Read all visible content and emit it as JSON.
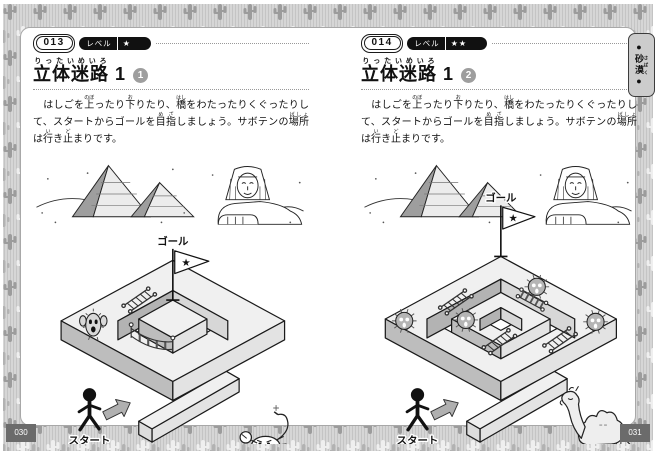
{
  "colors": {
    "level_badge_bg": "#111111",
    "number_circle_bg": "#9e9e9e",
    "tab_bg": "#cccccc",
    "page_number_bg": "#6b6b6b",
    "border_pattern_base": "#d6d6d6"
  },
  "tab": {
    "segments": [
      {
        "t": "●"
      },
      {
        "t": "砂漠",
        "r": "さばく"
      },
      {
        "t": "●"
      }
    ]
  },
  "pages": {
    "left": {
      "id": "013",
      "level_label": "レベル",
      "stars": "★",
      "title_segments": [
        {
          "t": "立体迷路",
          "r": "りったいめいろ"
        },
        {
          "t": " 1"
        }
      ],
      "circled_number": "1",
      "body_segments": [
        {
          "t": "　はしごを"
        },
        {
          "t": "上",
          "r": "のぼ"
        },
        {
          "t": "ったり"
        },
        {
          "t": "下",
          "r": "お"
        },
        {
          "t": "りたり、"
        },
        {
          "t": "橋",
          "r": "はし"
        },
        {
          "t": "をわたったりくぐったりして、スタートからゴールを"
        },
        {
          "t": "目指",
          "r": "めざ"
        },
        {
          "t": "しましょう。サボテンの"
        },
        {
          "t": "場所",
          "r": "ばしょ"
        },
        {
          "t": "は"
        },
        {
          "t": "行",
          "r": "い"
        },
        {
          "t": "き"
        },
        {
          "t": "止",
          "r": "ど"
        },
        {
          "t": "まりです。"
        }
      ],
      "goal_label": "ゴール",
      "goal_star": "★",
      "start_label": "スタート",
      "page_number": "030"
    },
    "right": {
      "id": "014",
      "level_label": "レベル",
      "stars": "★★",
      "title_segments": [
        {
          "t": "立体迷路",
          "r": "りったいめいろ"
        },
        {
          "t": " 1"
        }
      ],
      "circled_number": "2",
      "body_segments": [
        {
          "t": "　はしごを"
        },
        {
          "t": "上",
          "r": "のぼ"
        },
        {
          "t": "ったり"
        },
        {
          "t": "下",
          "r": "お"
        },
        {
          "t": "りたり、"
        },
        {
          "t": "橋",
          "r": "はし"
        },
        {
          "t": "をわたったりくぐったりして、スタートからゴールを"
        },
        {
          "t": "目指",
          "r": "めざ"
        },
        {
          "t": "しましょう。サボテンの"
        },
        {
          "t": "場所",
          "r": "ばしょ"
        },
        {
          "t": "は"
        },
        {
          "t": "行",
          "r": "い"
        },
        {
          "t": "き"
        },
        {
          "t": "止",
          "r": "ど"
        },
        {
          "t": "まりです。"
        }
      ],
      "goal_label": "ゴール",
      "goal_star": "★",
      "start_label": "スタート",
      "page_number": "031"
    }
  }
}
